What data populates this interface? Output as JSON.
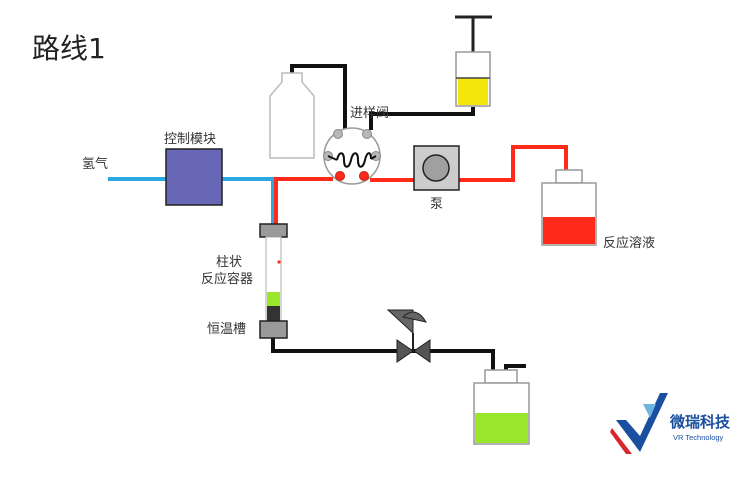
{
  "title": "路线1",
  "labels": {
    "hydrogen": "氢气",
    "control_module": "控制模块",
    "injection_valve": "进样阀",
    "pump": "泵",
    "reaction_solution": "反应溶液",
    "column_reactor_line1": "柱状",
    "column_reactor_line2": "反应容器",
    "thermostat": "恒温槽"
  },
  "logo": {
    "name_cn": "微瑞科技",
    "name_en": "VR Technology"
  },
  "colors": {
    "gas_line": "#29a9e0",
    "liquid_line": "#ff2a1a",
    "product_line": "#111111",
    "control_module": "#6767b6",
    "syringe_liquid": "#f4e60a",
    "reaction_liquid": "#ff2a1a",
    "product_liquid": "#99e62a",
    "brand": "#1a4fa0"
  }
}
